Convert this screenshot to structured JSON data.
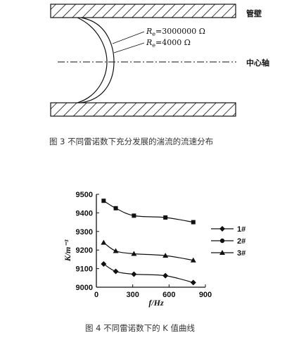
{
  "figure3": {
    "wall_label": "管壁",
    "axis_label": "中心轴",
    "re_high": "Rₑ=3000000 Ω",
    "re_low": "Rₑ=4000 Ω",
    "re_high_sym": "R",
    "re_high_sub": "e",
    "re_high_val": "=3000000 Ω",
    "re_low_sym": "R",
    "re_low_sub": "e",
    "re_low_val": "=4000 Ω",
    "caption": "图 3   不同雷诺数下充分发展的湍流的流速分布"
  },
  "figure4": {
    "caption": "图 4   不同雷诺数下的  K 值曲线",
    "ylabel": "K/m⁻³",
    "xlabel": "f/Hz"
  },
  "chart_data": {
    "type": "line",
    "title": "",
    "xlabel": "f/Hz",
    "ylabel": "K/m-3",
    "xlim": [
      0,
      900
    ],
    "ylim": [
      9000,
      9500
    ],
    "xticks": [
      "0",
      "300",
      "600",
      "900"
    ],
    "yticks": [
      "9000",
      "9100",
      "9200",
      "9300",
      "9400",
      "9500"
    ],
    "grid": false,
    "legend_position": "right",
    "series": [
      {
        "name": "1#",
        "marker": "diamond",
        "x": [
          60,
          160,
          310,
          570,
          800
        ],
        "y": [
          9125,
          9085,
          9070,
          9062,
          9025
        ]
      },
      {
        "name": "2#",
        "marker": "square",
        "x": [
          60,
          160,
          310,
          570,
          800
        ],
        "y": [
          9465,
          9425,
          9385,
          9375,
          9350
        ]
      },
      {
        "name": "3#",
        "marker": "triangle",
        "x": [
          60,
          160,
          310,
          570,
          800
        ],
        "y": [
          9240,
          9195,
          9180,
          9170,
          9145
        ]
      }
    ]
  }
}
